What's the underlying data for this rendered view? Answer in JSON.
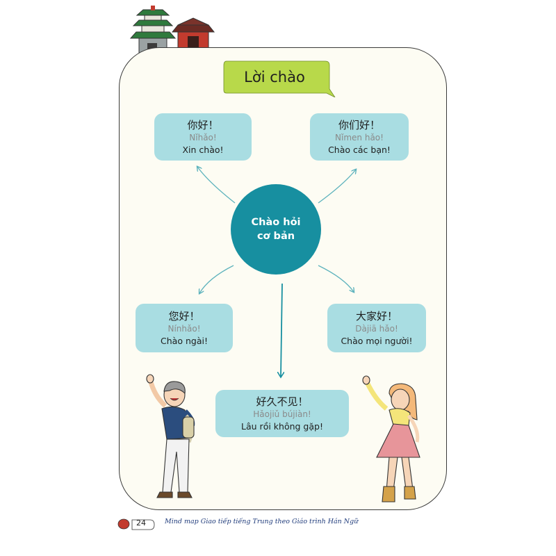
{
  "title": "Lời chào",
  "center_node": {
    "line1": "Chào hỏi",
    "line2": "cơ bản"
  },
  "nodes": [
    {
      "chinese": "你好！",
      "pinyin": "Nǐhǎo!",
      "vietnamese": "Xin chào!"
    },
    {
      "chinese": "你们好！",
      "pinyin": "Nǐmen hǎo!",
      "vietnamese": "Chào các bạn!"
    },
    {
      "chinese": "您好！",
      "pinyin": "Nínhǎo!",
      "vietnamese": "Chào ngài!"
    },
    {
      "chinese": "大家好！",
      "pinyin": "Dàjiā hǎo!",
      "vietnamese": "Chào mọi người!"
    },
    {
      "chinese": "好久不见！",
      "pinyin": "Hǎojiǔ bújiàn!",
      "vietnamese": "Lâu rồi không gặp!"
    }
  ],
  "footer": {
    "page_number": "24",
    "book_title": "Mind map Giao tiếp tiếng Trung theo Giáo trình Hán Ngữ"
  },
  "colors": {
    "card": "#a9dde2",
    "center": "#178fa0",
    "arrow": "#5eb3bd",
    "title_bubble": "#b8d94a"
  },
  "icons": [
    "pagoda-icon",
    "temple-gate-icon",
    "waving-boy-illustration",
    "waving-girl-illustration"
  ]
}
